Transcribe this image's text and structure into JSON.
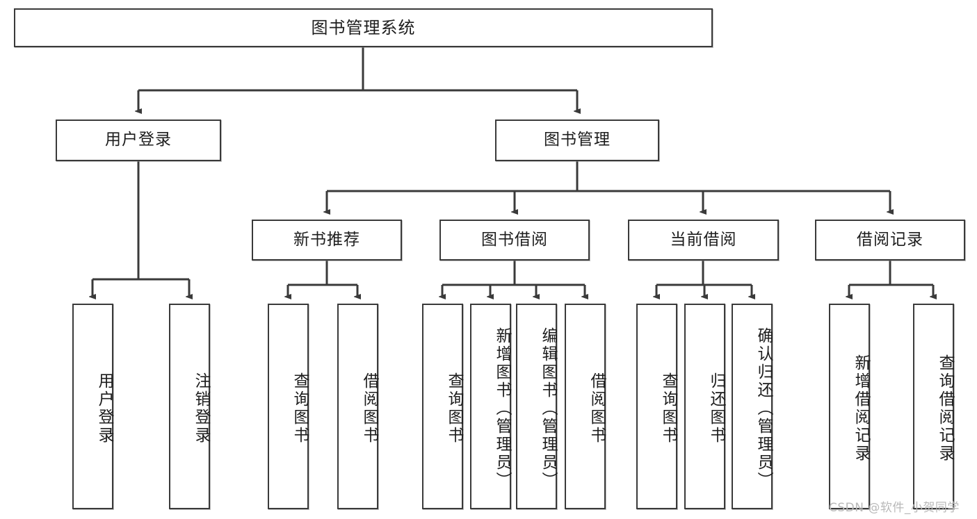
{
  "diagram": {
    "type": "tree-hierarchy",
    "title": "图书管理系统",
    "root": {
      "label": "图书管理系统"
    },
    "level2": [
      {
        "id": "user-login",
        "label": "用户登录"
      },
      {
        "id": "book-management",
        "label": "图书管理"
      }
    ],
    "level3": [
      {
        "id": "new-book-recommend",
        "label": "新书推荐",
        "parent": "book-management"
      },
      {
        "id": "book-borrow",
        "label": "图书借阅",
        "parent": "book-management"
      },
      {
        "id": "current-borrow",
        "label": "当前借阅",
        "parent": "book-management"
      },
      {
        "id": "borrow-record",
        "label": "借阅记录",
        "parent": "book-management"
      }
    ],
    "leaves": [
      {
        "id": "leaf-user-login",
        "label": "用户登录",
        "parent": "user-login"
      },
      {
        "id": "leaf-user-logout",
        "label": "注销登录",
        "parent": "user-login"
      },
      {
        "id": "leaf-query-book-1",
        "label": "查询图书",
        "parent": "new-book-recommend"
      },
      {
        "id": "leaf-borrow-book-1",
        "label": "借阅图书",
        "parent": "new-book-recommend"
      },
      {
        "id": "leaf-query-book-2",
        "label": "查询图书",
        "parent": "book-borrow"
      },
      {
        "id": "leaf-add-book",
        "label": "新增图书（管理员）",
        "parent": "book-borrow"
      },
      {
        "id": "leaf-edit-book",
        "label": "编辑图书（管理员）",
        "parent": "book-borrow"
      },
      {
        "id": "leaf-borrow-book-2",
        "label": "借阅图书",
        "parent": "book-borrow"
      },
      {
        "id": "leaf-query-book-3",
        "label": "查询图书",
        "parent": "current-borrow"
      },
      {
        "id": "leaf-return-book",
        "label": "归还图书",
        "parent": "current-borrow"
      },
      {
        "id": "leaf-confirm-return",
        "label": "确认归还（管理员）",
        "parent": "current-borrow"
      },
      {
        "id": "leaf-add-record",
        "label": "新增借阅记录",
        "parent": "borrow-record"
      },
      {
        "id": "leaf-query-record",
        "label": "查询借阅记录",
        "parent": "borrow-record"
      }
    ],
    "colors": {
      "stroke": "#3a3a3a",
      "box_fill": "#ffffff",
      "text": "#1d1d1d",
      "watermark": "#b9b9b9"
    }
  },
  "watermark": {
    "text": "CSDN @软件_小贺同学"
  }
}
